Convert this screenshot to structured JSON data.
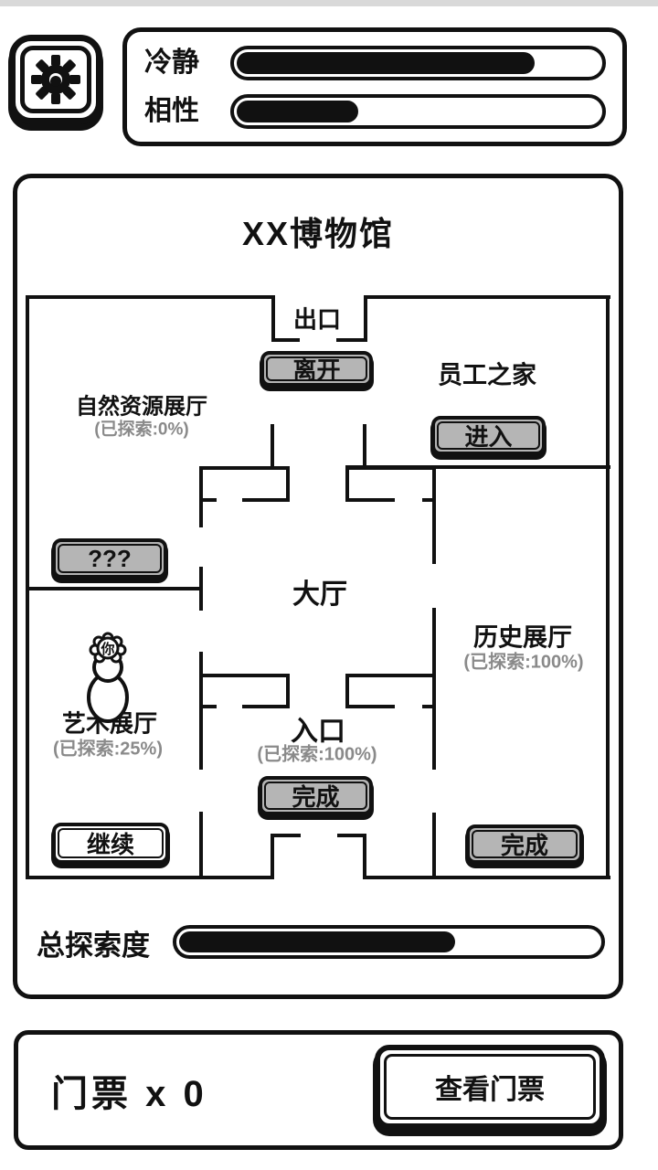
{
  "colors": {
    "ink": "#111111",
    "button_gray": "#b5b5b5",
    "muted_text": "#8a8a8a",
    "top_strip": "#d9d9d9"
  },
  "topbar": {
    "settings_icon": "gear-icon",
    "stats": {
      "calm": {
        "label": "冷静",
        "percent": 81
      },
      "affinity": {
        "label": "相性",
        "percent": 33
      }
    }
  },
  "museum": {
    "title": "XX博物馆",
    "rooms": {
      "exit": {
        "label": "出口"
      },
      "staff_home": {
        "label": "员工之家"
      },
      "natural_resources": {
        "label": "自然资源展厅",
        "explored": "(已探索:0%)"
      },
      "hall": {
        "label": "大厅"
      },
      "history": {
        "label": "历史展厅",
        "explored": "(已探索:100%)"
      },
      "art": {
        "label": "艺术展厅",
        "explored": "(已探索:25%)"
      },
      "entrance": {
        "label": "入口",
        "explored": "(已探索:100%)"
      }
    },
    "buttons": {
      "leave": "离开",
      "enter": "进入",
      "unknown": "???",
      "finish_entrance": "完成",
      "continue": "继续",
      "finish_history": "完成"
    },
    "player": {
      "label": "你"
    },
    "total_exploration": {
      "label": "总探索度",
      "percent": 65
    }
  },
  "tickets": {
    "count": "门票 x 0",
    "view_button": "查看门票"
  }
}
